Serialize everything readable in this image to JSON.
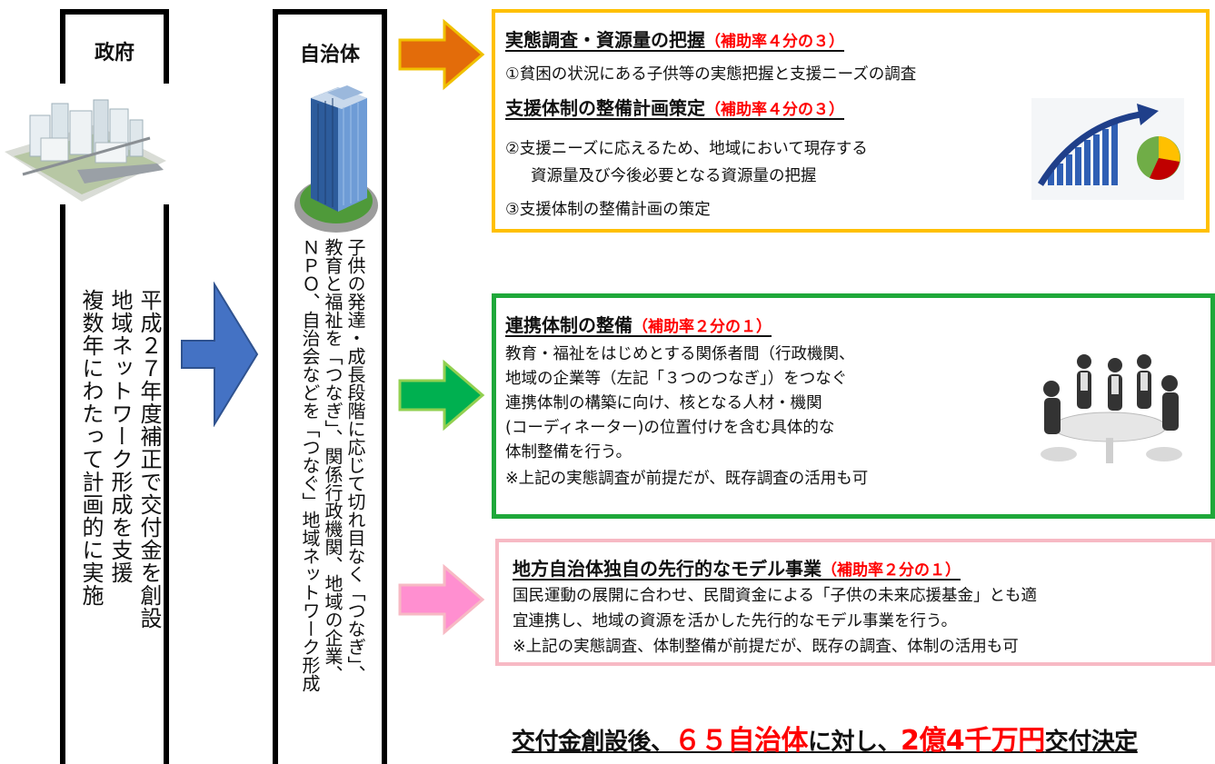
{
  "government": {
    "title": "政府",
    "text": "平成２７年度補正で交付金を創設\n地域ネットワーク形成を支援\n複数年にわたって計画的に実施"
  },
  "municipality": {
    "title": "自治体",
    "text": "子供の発達・成長段階に応じて切れ目なく「つなぎ」、\n教育と福祉を「つなぎ」、関係行政機関、地域の企業、\nＮＰＯ、自治会などを「つなぐ」地域ネットワーク形成"
  },
  "box1": {
    "heading1": "実態調査・資源量の把握",
    "rate1": "（補助率４分の３）",
    "item1": "①貧困の状況にある子供等の実態把握と支援ニーズの調査",
    "heading2": "支援体制の整備計画策定",
    "rate2": "（補助率４分の３）",
    "item2a": "②支援ニーズに応えるため、地域において現存する",
    "item2b": "資源量及び今後必要となる資源量の把握",
    "item3": "③支援体制の整備計画の策定",
    "border_color": "#ffc000"
  },
  "box2": {
    "heading": "連携体制の整備",
    "rate": "（補助率２分の１）",
    "lines": [
      "教育・福祉をはじめとする関係者間（行政機関、",
      "地域の企業等（左記「３つのつなぎ」）をつなぐ",
      "連携体制の構築に向け、核となる人材・機関",
      "(コーディネーター)の位置付けを含む具体的な",
      "体制整備を行う。",
      "※上記の実態調査が前提だが、既存調査の活用も可"
    ],
    "border_color": "#1fa83a"
  },
  "box3": {
    "heading": "地方自治体独自の先行的なモデル事業",
    "rate": "（補助率２分の１）",
    "lines": [
      "国民運動の展開に合わせ、民間資金による「子供の未来応援基金」とも適",
      "宜連携し、地域の資源を活かした先行的なモデル事業を行う。",
      "※上記の実態調査、体制整備が前提だが、既存の調査、体制の活用も可"
    ],
    "border_color": "#f7b9c4"
  },
  "footer": {
    "part1": "交付金創設後、",
    "part2": "６５自治体",
    "part3": "に対し、",
    "part4": "2億4千万円",
    "part5": "交付決定"
  },
  "icons": {
    "city": "city-buildings-icon",
    "tower": "office-tower-icon",
    "chart": "growth-chart-icon",
    "meeting": "meeting-people-icon"
  }
}
